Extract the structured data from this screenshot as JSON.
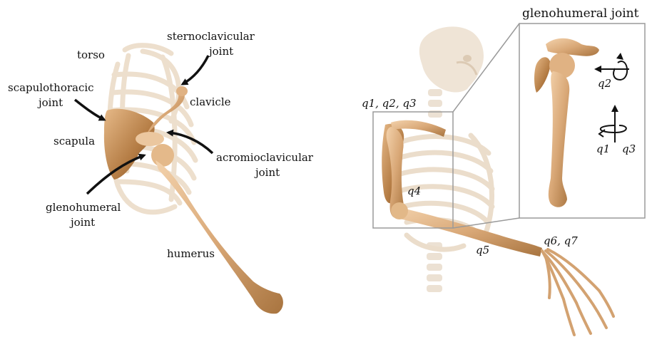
{
  "left_panel": {
    "torso": "torso",
    "sternoclavicular_line1": "sternoclavicular",
    "sternoclavicular_line2": "joint",
    "scapulothoracic_line1": "scapulothoracic",
    "scapulothoracic_line2": "joint",
    "clavicle": "clavicle",
    "scapula": "scapula",
    "acromioclavicular_line1": "acromioclavicular",
    "acromioclavicular_line2": "joint",
    "glenohumeral_line1": "glenohumeral",
    "glenohumeral_line2": "joint",
    "humerus": "humerus"
  },
  "right_panel": {
    "inset_title": "glenohumeral joint",
    "q123": "q1, q2, q3",
    "q4": "q4",
    "q5": "q5",
    "q67": "q6, q7",
    "inset_q1": "q1",
    "inset_q2": "q2",
    "inset_q3": "q3"
  },
  "colors": {
    "bone": "#d9a877",
    "bone_dark": "#a8743f",
    "bone_ghost": "#efe4d6",
    "inset_border": "#9a9a9a",
    "arrow": "#111111"
  }
}
